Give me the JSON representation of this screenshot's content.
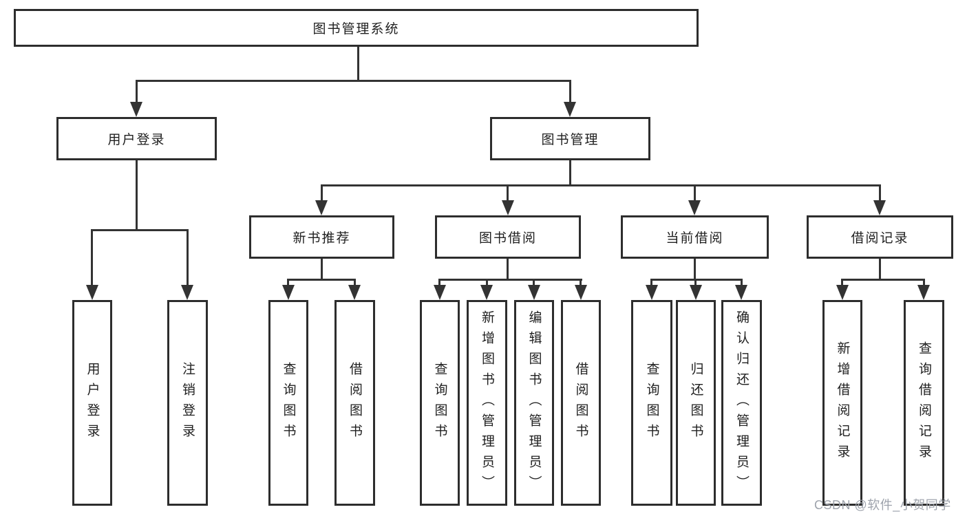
{
  "diagram": {
    "root": "图书管理系统",
    "level2": {
      "user_login": "用户登录",
      "book_mgmt": "图书管理"
    },
    "level3": {
      "new_book": "新书推荐",
      "book_borrow": "图书借阅",
      "current_borrow": "当前借阅",
      "borrow_record": "借阅记录"
    },
    "leaves": {
      "user_login": "用户登录",
      "logout": "注销登录",
      "nb_query": "查询图书",
      "nb_borrow": "借阅图书",
      "bb_query": "查询图书",
      "bb_add": "新增图书（管理员）",
      "bb_edit": "编辑图书（管理员）",
      "bb_borrow": "借阅图书",
      "cb_query": "查询图书",
      "cb_return": "归还图书",
      "cb_confirm": "确认归还（管理员）",
      "br_add": "新增借阅记录",
      "br_query": "查询借阅记录"
    },
    "watermark": "CSDN @软件_小贺同学",
    "colors": {
      "line": "#333333",
      "border": "#2d2d2d",
      "text": "#1f1f1f",
      "watermark": "#9ea3ac",
      "background": "#ffffff"
    }
  }
}
